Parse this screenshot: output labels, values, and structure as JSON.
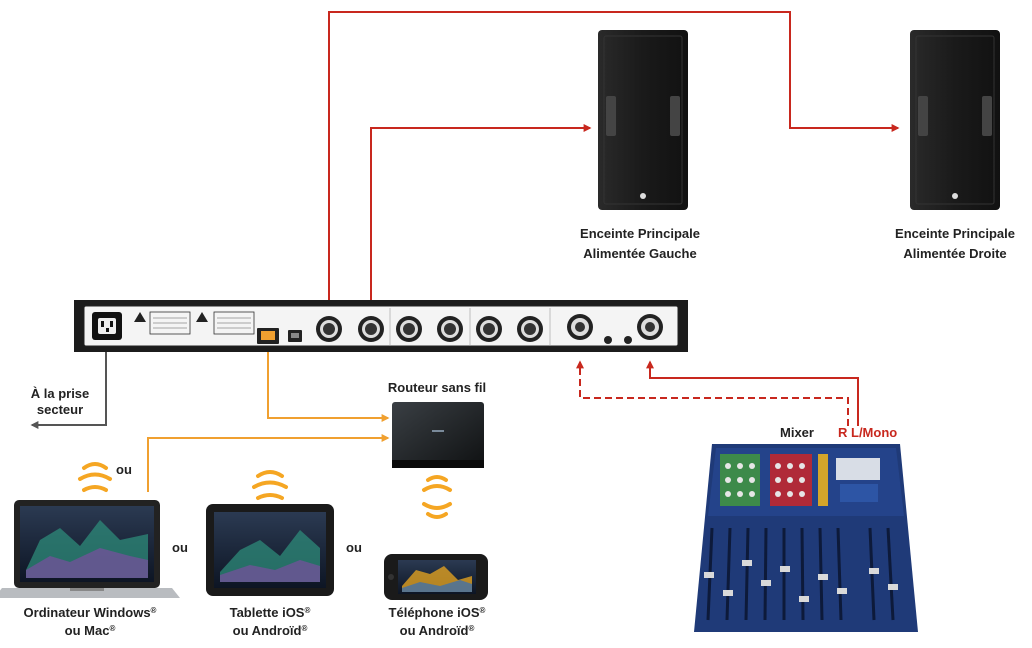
{
  "speakers": {
    "left": {
      "line1": "Enceinte Principale",
      "line2": "Alimentée Gauche"
    },
    "right": {
      "line1": "Enceinte Principale",
      "line2": "Alimentée Droite"
    }
  },
  "power": {
    "line1": "À la prise",
    "line2": "secteur"
  },
  "router": {
    "label": "Routeur sans fil"
  },
  "mixer": {
    "label": "Mixer",
    "channels_label": "R L/Mono"
  },
  "devices": {
    "laptop": {
      "line1": "Ordinateur Windows",
      "line1_sup": "®",
      "line2": "ou Mac",
      "line2_sup": "®"
    },
    "tablet": {
      "line1": "Tablette iOS",
      "line1_sup": "®",
      "line2": "ou Androïd",
      "line2_sup": "®"
    },
    "phone": {
      "line1": "Téléphone iOS",
      "line1_sup": "®",
      "line2": "ou Androïd",
      "line2_sup": "®"
    }
  },
  "or_labels": [
    "ou",
    "ou",
    "ou"
  ],
  "colors": {
    "red_cable": "#c8281e",
    "orange_cable": "#f0a030",
    "gray_cable": "#555555",
    "wifi": "#f5a623",
    "unit_body": "#1c1c1c"
  }
}
